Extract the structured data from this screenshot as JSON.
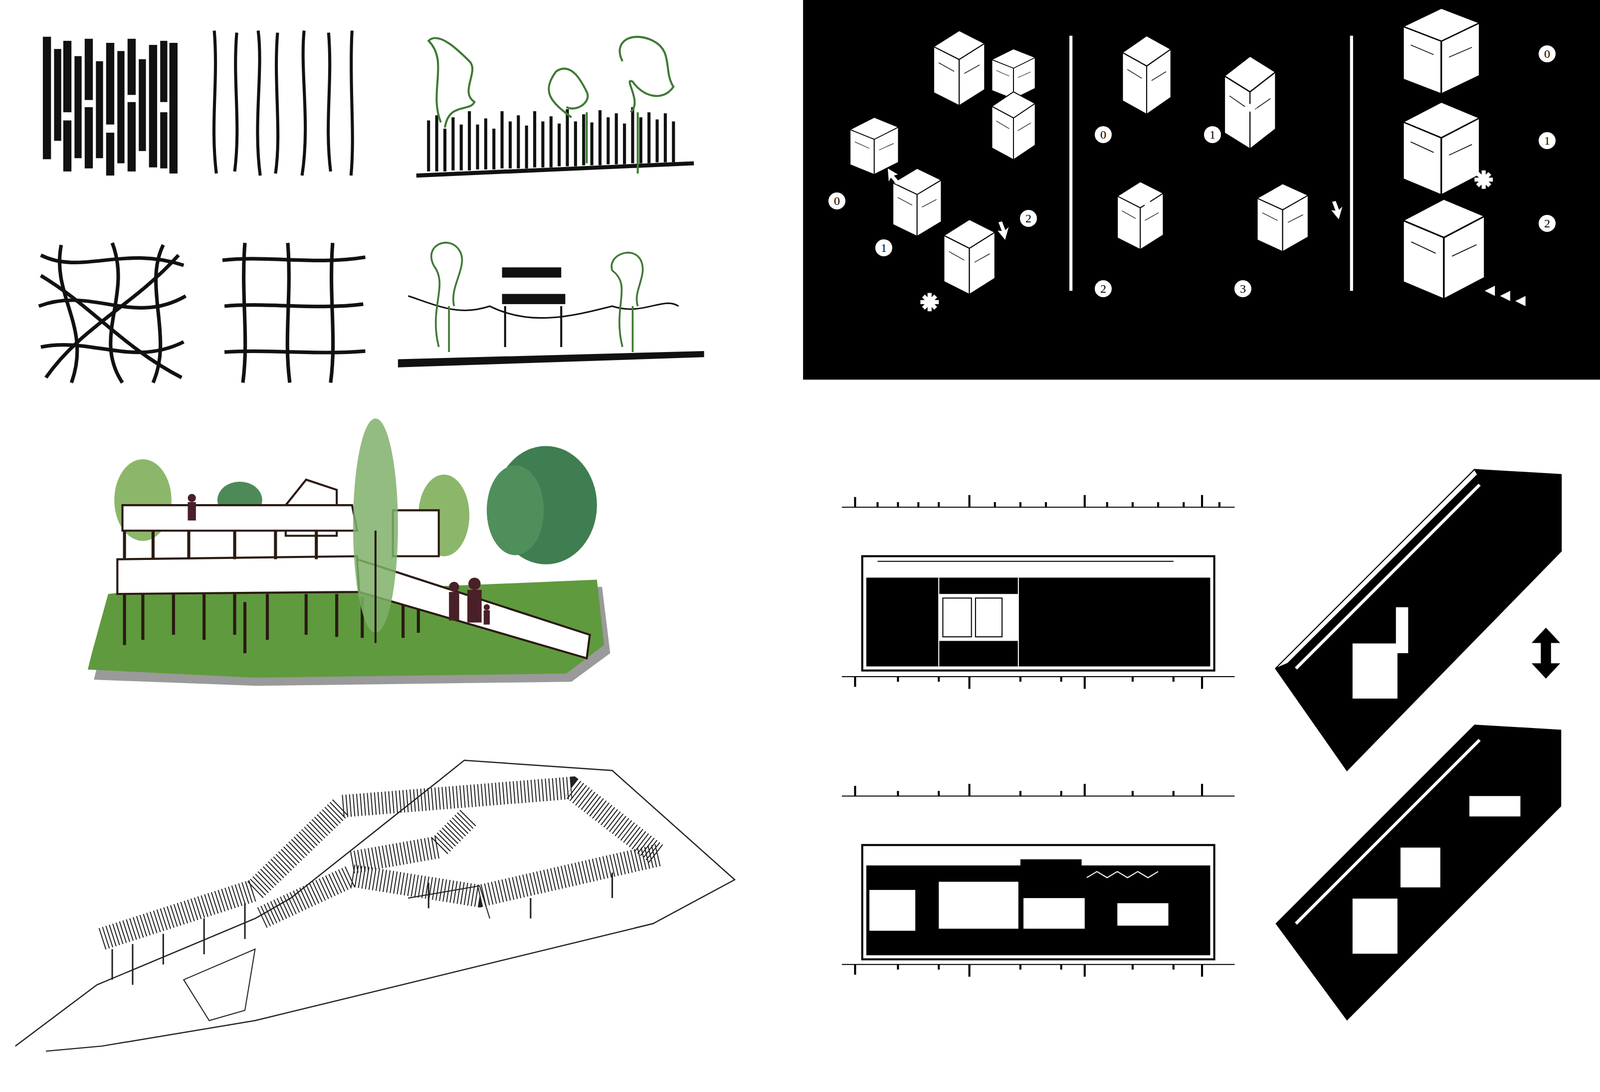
{
  "diagram": {
    "nodes": [
      {
        "text": [
          "0"
        ]
      },
      {
        "text": [
          "1"
        ]
      },
      {
        "text": [
          "2"
        ]
      },
      {
        "text": [
          "0"
        ]
      },
      {
        "text": [
          "1"
        ]
      },
      {
        "text": [
          "2"
        ]
      },
      {
        "text": [
          "3"
        ]
      },
      {
        "text": [
          "0"
        ]
      },
      {
        "text": [
          "1"
        ]
      },
      {
        "text": [
          "2"
        ]
      }
    ]
  }
}
